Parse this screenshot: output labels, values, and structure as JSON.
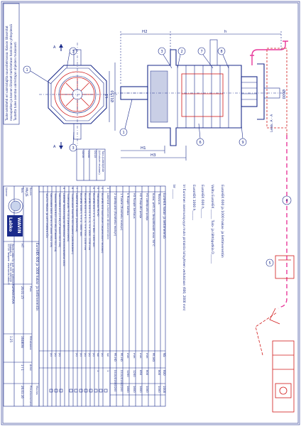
{
  "note_text": [
    "Tuote-arkkitehti eri valmistajilta suunnitelmassa: Kaivon liitosmitat",
    "nousuputken ja kannen liitokset tarkistetaan hankinnan yhteydessä",
    "Tuotetta tulee asentaa valmistajan ohjeiden mukaisesti"
  ],
  "section_label": "Leikk. A - A",
  "section_arrow_label": "A",
  "callouts": [
    "1",
    "2",
    "3",
    "4",
    "5",
    "6",
    "7",
    "8",
    "9"
  ],
  "dims": {
    "h2": "H2",
    "h": "h",
    "h1": "H1",
    "h3": "H3",
    "d1": "Ø1150",
    "l1": "L1",
    "d600": "Ø600"
  },
  "spec_lines": [
    "EuroHEK 600 ja 1000 hakas- ja liettimerentön",
    "Valitu EuroHEK ______ Tulo- ja lähtöputkia D______",
    "EuroHEK 600 h______",
    "EuroHEK 1000 h______",
    "Irr Euroimen asennussyvyys mukn pintaista tulluyhteen veduksiaan (600, 2000 mm)",
    "Irr ______"
  ],
  "table_header": [
    "EuroHEK hakas- ja liettimerentö",
    "NS",
    "600",
    "1000"
  ],
  "table_rows": [
    [
      "Tilavuus",
      "",
      "800",
      "1000"
    ],
    [
      "Kuiva, pH3-10, lämpötilaväli max. 50°C",
      "PE-MD",
      "",
      ""
    ],
    [
      "H1 Lähtöputki pohja",
      "mm",
      "800",
      "1000"
    ],
    [
      "H2 Tuloputki pohja",
      "mm",
      "650",
      "1600"
    ],
    [
      "H3 Ruopin kerkaus",
      "mm",
      "1200",
      "1600"
    ],
    [
      "h Ruopin kohtaa",
      "mm",
      "1200",
      "1600"
    ],
    [
      "1 Tulotie (Euroheku malsyr)",
      "PE-HD",
      "D110/D160/D200",
      ""
    ],
    [
      "2 Lähtöputki (Euroheku malsyr)",
      "PE-HD",
      "D110/D160/D200",
      ""
    ]
  ],
  "table_lower": [
    [
      "3",
      "LIIKENNE Liikenteen lähtömerentönin",
      "kpl",
      "1"
    ],
    [
      "4",
      "EuroHEK 600 kuultuksen (aspemuksen mukaan)",
      "(x)",
      ""
    ],
    [
      "5",
      "Maksakulaa PE-HD",
      "kpl",
      "1"
    ],
    [
      "6",
      "EuroHEK 600 h = 1...h, h = 800...1300 mm",
      "(x)",
      ""
    ],
    [
      "",
      "EuroHEK 600 h1 = 1...h, h = 1300...1700 mm",
      "(x)",
      ""
    ],
    [
      "",
      "EuroHEK 600 h1 = 1...h, h = 1700...2100 mm",
      "(x)",
      ""
    ],
    [
      "",
      "EuroHEK 1000 h, h = 1...3000 mm",
      "(x)",
      ""
    ],
    [
      "7",
      "LIIKENNE A-hälveet (kasteesta)",
      "(x)",
      ""
    ],
    [
      "8",
      "Tuuletusalue EuroHEK 600 kasteest (auttuikasteem)",
      "",
      ""
    ],
    [
      "",
      "Tuuletusputki PE D110 (karkiilonuunesta)",
      "",
      ""
    ],
    [
      "9",
      "LIIKENNE Tarkastusrappuno oikeetanssa veduutunulonohton Ø600",
      "",
      ""
    ],
    [
      "",
      "Kansiluokka A15 (15 kN) (VT-koodit 3322 054)",
      "(x)",
      ""
    ],
    [
      "",
      "Standard EN124 B125 (125 kN) (VT-koodit 3322 054)",
      "(x)",
      ""
    ],
    [
      "",
      "Kansiluokka D400 (40 tn) (VT-koodi 3322 059)",
      "(x)",
      ""
    ],
    [
      "",
      "VALITU HEKAN- JA LIETTIMERENTÖN",
      "",
      ""
    ]
  ],
  "small_table": [
    "Tulo-/Lähtöyhde",
    "(Liitoksen mukaan)",
    "D110",
    "D160",
    "D200"
  ],
  "title_block": {
    "company": "Uponor",
    "logo_text": "WAVIN",
    "brand": "Labko",
    "title": "EuroHEK 600 ja 1000 hakas- ja liettimerentön",
    "drawn_label": "Suunn.",
    "drawn": "MV/JS",
    "date_label": "Pvm",
    "date": "26.01.15",
    "check_label": "Tark.",
    "check": "HT",
    "sheet_label": "Arkki",
    "sheet": "1 / 1",
    "scale_label": "Mittakaava",
    "scale": "1:25",
    "drawing_no_label": "Piirustusnumero",
    "drawing_no": "ASMAKKIÖ/KA",
    "revision_label": "Muutos",
    "revision": "26.01.16",
    "code": "16480lis",
    "address": [
      "Wavin-Labko Oy",
      "Visiokatu 1",
      "33720 Tampere",
      "puh. 020 1285000",
      "fax 020 1285150",
      "www.wavin-labko.fi"
    ]
  }
}
